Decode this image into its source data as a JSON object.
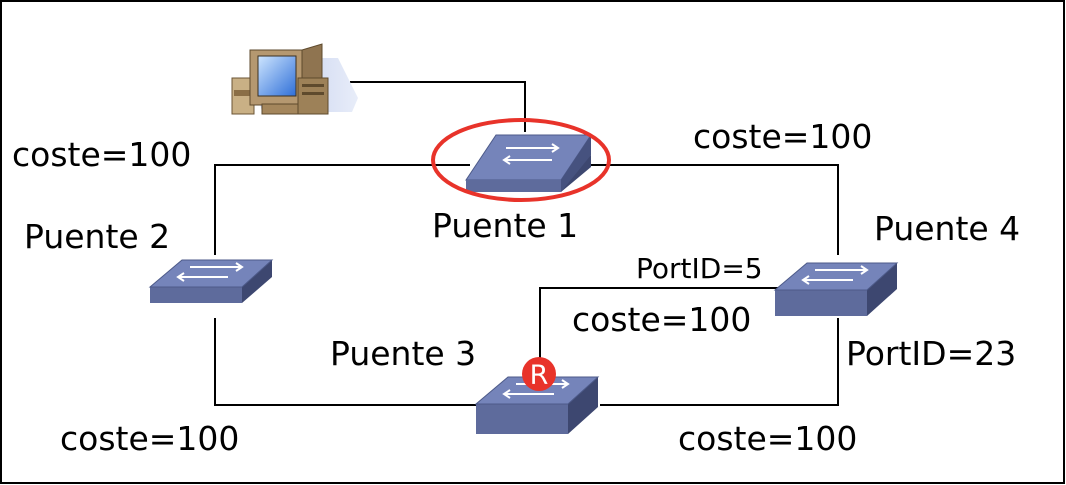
{
  "diagram": {
    "frame_color": "#000000",
    "switch_color": "#6f7fb4",
    "highlight_color": "#e8332a",
    "pc_color": "#a88a64",
    "nodes": {
      "bridge1": {
        "label": "Puente 1",
        "highlighted": true
      },
      "bridge2": {
        "label": "Puente 2"
      },
      "bridge3": {
        "label": "Puente 3",
        "root_marker": "R"
      },
      "bridge4": {
        "label": "Puente 4"
      },
      "host": {
        "icon": "desktop-computer-icon"
      }
    },
    "links": {
      "b1_b2": {
        "cost": "coste=100"
      },
      "b1_b4": {
        "cost": "coste=100"
      },
      "b2_b3": {
        "cost": "coste=100"
      },
      "b3_b4_upper": {
        "cost": "coste=100"
      },
      "b3_b4_lower": {
        "cost": "coste=100"
      }
    },
    "ports": {
      "b4_upper": "PortID=5",
      "b4_lower": "PortID=23"
    }
  }
}
